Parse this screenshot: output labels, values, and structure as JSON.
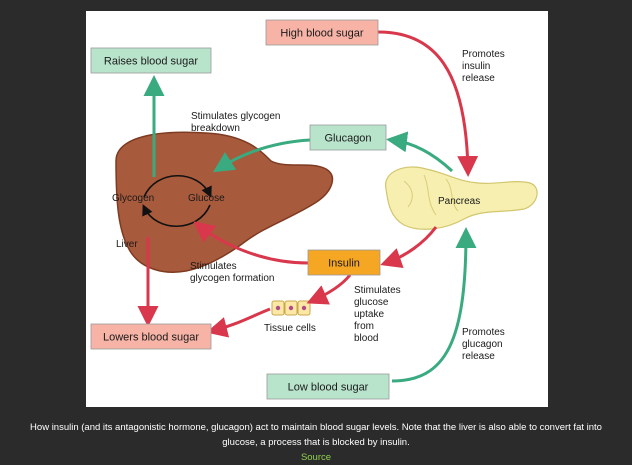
{
  "diagram": {
    "boxes": {
      "high_blood_sugar": "High blood sugar",
      "raises_blood_sugar": "Raises blood sugar",
      "glucagon": "Glucagon",
      "insulin": "Insulin",
      "lowers_blood_sugar": "Lowers blood sugar",
      "low_blood_sugar": "Low blood sugar"
    },
    "organs": {
      "liver": "Liver",
      "glycogen": "Glycogen",
      "glucose": "Glucose",
      "pancreas": "Pancreas",
      "tissue_cells": "Tissue cells"
    },
    "annotations": {
      "promotes_insulin": [
        "Promotes",
        "insulin",
        "release"
      ],
      "stimulates_breakdown": [
        "Stimulates glycogen",
        "breakdown"
      ],
      "stimulates_formation": [
        "Stimulates",
        "glycogen formation"
      ],
      "stimulates_uptake": [
        "Stimulates",
        "glucose",
        "uptake",
        "from",
        "blood"
      ],
      "promotes_glucagon": [
        "Promotes",
        "glucagon",
        "release"
      ]
    },
    "colors": {
      "pink_box": "#f6b3a6",
      "green_box": "#b9e4cc",
      "orange_box": "#f5a623",
      "red_arrow": "#d9374b",
      "green_arrow": "#3aaa80",
      "liver": "#a85a3c",
      "pancreas": "#f6efb0"
    }
  },
  "caption": {
    "line1": "How insulin (and its antagonistic hormone, glucagon) act to maintain blood sugar levels. Note that the liver is also able to convert fat into",
    "line2": "glucose, a process that is blocked by insulin.",
    "source": "Source"
  }
}
